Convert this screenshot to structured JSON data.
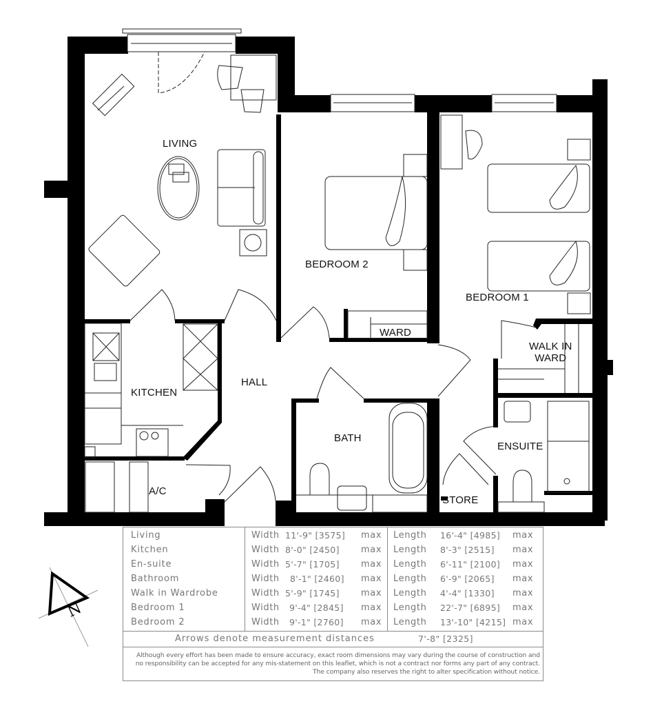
{
  "plan": {
    "rooms": {
      "living": "LIVING",
      "bedroom2": "BEDROOM 2",
      "bedroom1": "BEDROOM 1",
      "ward": "WARD",
      "walk_in_ward_line1": "WALK IN",
      "walk_in_ward_line2": "WARD",
      "kitchen": "KITCHEN",
      "hall": "HALL",
      "bath": "BATH",
      "ensuite": "ENSUITE",
      "store": "STORE",
      "ac": "A/C"
    },
    "colors": {
      "wall": "#000000",
      "line": "#222222",
      "table_text": "#777777",
      "table_border": "#8a8a8a"
    },
    "compass_label": "N"
  },
  "dimensions": {
    "rows": [
      {
        "room": "Living",
        "width_label": "Width",
        "width": "11'-9\" [3575]",
        "width_max": "max",
        "length_label": "Length",
        "length": "16'-4\" [4985]",
        "length_max": "max"
      },
      {
        "room": "Kitchen",
        "width_label": "Width",
        "width": "8'-0\" [2450]",
        "width_max": "max",
        "length_label": "Length",
        "length": "8'-3\" [2515]",
        "length_max": "max"
      },
      {
        "room": "En-suite",
        "width_label": "Width",
        "width": "5'-7\" [1705]",
        "width_max": "max",
        "length_label": "Length",
        "length": "6'-11\" [2100]",
        "length_max": "max"
      },
      {
        "room": "Bathroom",
        "width_label": "Width",
        "width": "8'-1\" [2460]",
        "width_max": "max",
        "length_label": "Length",
        "length": "6'-9\" [2065]",
        "length_max": "max"
      },
      {
        "room": "Walk in Wardrobe",
        "width_label": "Width",
        "width": "5'-9\" [1745]",
        "width_max": "max",
        "length_label": "Length",
        "length": "4'-4\" [1330]",
        "length_max": "max"
      },
      {
        "room": "Bedroom 1",
        "width_label": "Width",
        "width": "9'-4\" [2845]",
        "width_max": "max",
        "length_label": "Length",
        "length": "22'-7\" [6895]",
        "length_max": "max"
      },
      {
        "room": "Bedroom 2",
        "width_label": "Width",
        "width": "9'-1\" [2760]",
        "width_max": "max",
        "length_label": "Length",
        "length": "13'-10\" [4215]",
        "length_max": "max"
      }
    ],
    "arrows_note": "Arrows denote measurement distances",
    "arrows_value": "7'-8\" [2325]"
  },
  "disclaimer": {
    "line1": "Although every effort has been made to ensure accuracy, exact room dimensions may vary during the course of construction and",
    "line2": "no responsibility can be accepted for any mis-statement on this leaflet, which is not a contract nor forms any part of any contract.",
    "line3": "The company also reserves the right to alter specification without notice."
  }
}
